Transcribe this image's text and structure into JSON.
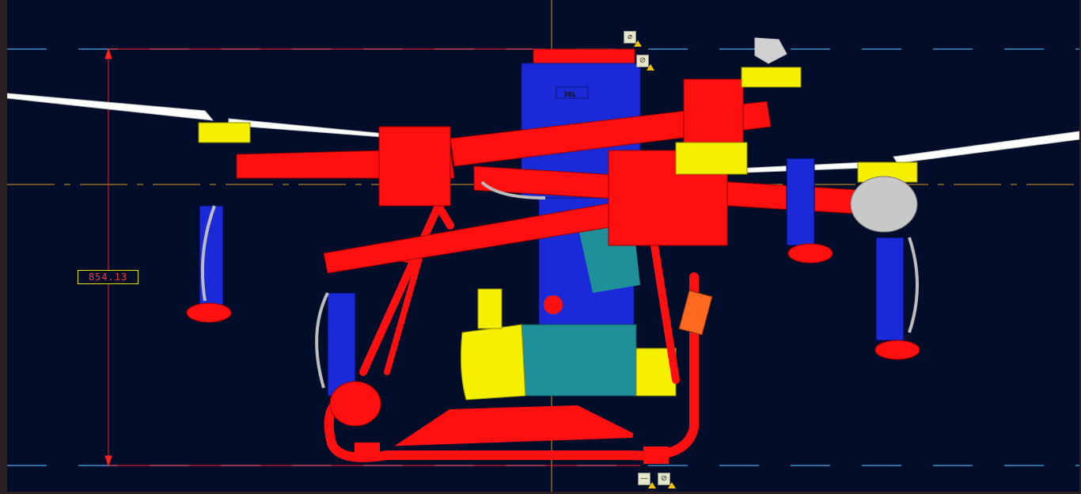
{
  "measurement": {
    "value": "854.13"
  },
  "tank_label": "30L",
  "gizmos": [
    {
      "name": "constraint-top-1",
      "glyph": "⌀"
    },
    {
      "name": "constraint-top-2",
      "glyph": "⊘"
    },
    {
      "name": "constraint-bottom-1",
      "glyph": "—"
    },
    {
      "name": "constraint-bottom-2",
      "glyph": "⊘"
    }
  ],
  "colors": {
    "background": "#020d2a",
    "frame_red": "#ff0f0f",
    "tank_blue": "#1a2ad8",
    "pump_teal": "#1f8f98",
    "motor_yellow": "#f4f000",
    "dimension": "#ff2020",
    "centerline": "#d69a2a",
    "guide_line": "#3d8ecc"
  }
}
